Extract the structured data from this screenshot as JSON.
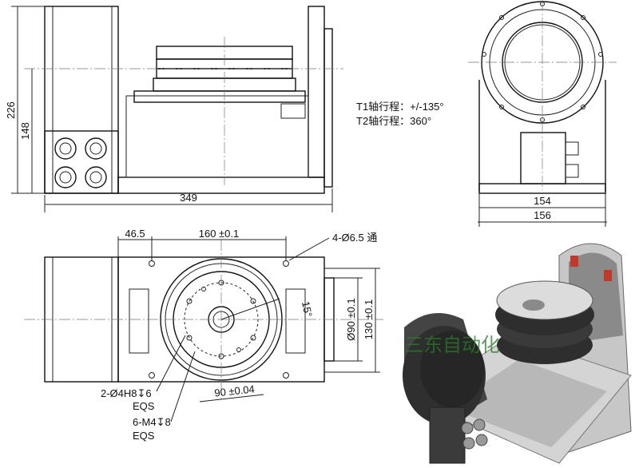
{
  "dimensions": {
    "height_total": "226",
    "height_lower": "148",
    "length_total": "349",
    "width_inner": "154",
    "width_outer": "156",
    "offset_edge": "46.5",
    "hole_spacing": "160 ±0.1",
    "mount_holes": "4-Ø6.5 通",
    "pin_holes": "2-Ø4H8↧6",
    "pin_holes_eqs": "EQS",
    "threaded_holes": "6-M4↧8",
    "threaded_holes_eqs": "EQS",
    "pcd": "90 ±0.04",
    "angle": "15°",
    "bore": "Ø90 ±0.1",
    "flange_height": "130 ±0.1"
  },
  "specs": {
    "t1": "T1轴行程：+/-135°",
    "t2": "T2轴行程：360°"
  },
  "watermark": "三东自动化"
}
